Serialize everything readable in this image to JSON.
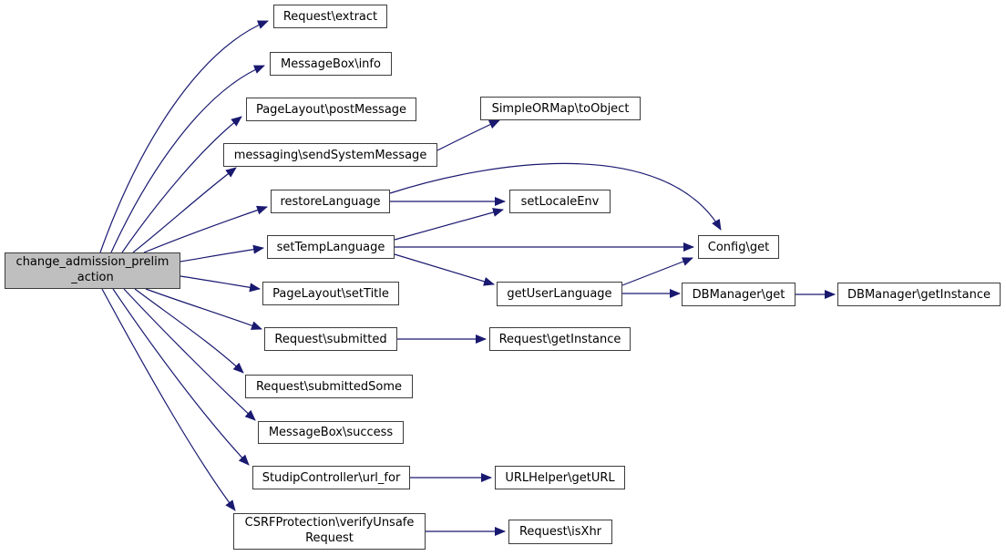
{
  "diagram": {
    "type": "call-graph",
    "colors": {
      "edge": "#191970",
      "node_border": "#3c3c3c",
      "node_fill": "#ffffff",
      "root_fill": "#bfbfbf",
      "text": "#000000",
      "background": "#ffffff"
    },
    "root": {
      "id": "change_admission_prelim_action",
      "lines": [
        "change_admission_prelim",
        "_action"
      ]
    },
    "nodes": {
      "request_extract": {
        "label": "Request\\extract"
      },
      "messagebox_info": {
        "label": "MessageBox\\info"
      },
      "pagelayout_postmessage": {
        "label": "PageLayout\\postMessage"
      },
      "simpleormap_toobject": {
        "label": "SimpleORMap\\toObject"
      },
      "messaging_sendsystemmessage": {
        "label": "messaging\\sendSystemMessage"
      },
      "restorelanguage": {
        "label": "restoreLanguage"
      },
      "setlocaleenv": {
        "label": "setLocaleEnv"
      },
      "settemplanguage": {
        "label": "setTempLanguage"
      },
      "config_get": {
        "label": "Config\\get"
      },
      "pagelayout_settitle": {
        "label": "PageLayout\\setTitle"
      },
      "getuserlanguage": {
        "label": "getUserLanguage"
      },
      "dbmanager_get": {
        "label": "DBManager\\get"
      },
      "dbmanager_getinstance": {
        "label": "DBManager\\getInstance"
      },
      "request_submitted": {
        "label": "Request\\submitted"
      },
      "request_getinstance": {
        "label": "Request\\getInstance"
      },
      "request_submittedsome": {
        "label": "Request\\submittedSome"
      },
      "messagebox_success": {
        "label": "MessageBox\\success"
      },
      "studipcontroller_url_for": {
        "label": "StudipController\\url_for"
      },
      "urlhelper_geturl": {
        "label": "URLHelper\\getURL"
      },
      "csrfprotection_verifyunsaferequest": {
        "lines": [
          "CSRFProtection\\verifyUnsafe",
          "Request"
        ]
      },
      "request_isxhr": {
        "label": "Request\\isXhr"
      }
    },
    "edges": [
      {
        "from": "change_admission_prelim_action",
        "to": "request_extract"
      },
      {
        "from": "change_admission_prelim_action",
        "to": "messagebox_info"
      },
      {
        "from": "change_admission_prelim_action",
        "to": "pagelayout_postmessage"
      },
      {
        "from": "change_admission_prelim_action",
        "to": "messaging_sendsystemmessage"
      },
      {
        "from": "change_admission_prelim_action",
        "to": "restorelanguage"
      },
      {
        "from": "change_admission_prelim_action",
        "to": "settemplanguage"
      },
      {
        "from": "change_admission_prelim_action",
        "to": "pagelayout_settitle"
      },
      {
        "from": "change_admission_prelim_action",
        "to": "request_submitted"
      },
      {
        "from": "change_admission_prelim_action",
        "to": "request_submittedsome"
      },
      {
        "from": "change_admission_prelim_action",
        "to": "messagebox_success"
      },
      {
        "from": "change_admission_prelim_action",
        "to": "studipcontroller_url_for"
      },
      {
        "from": "change_admission_prelim_action",
        "to": "csrfprotection_verifyunsaferequest"
      },
      {
        "from": "messaging_sendsystemmessage",
        "to": "simpleormap_toobject"
      },
      {
        "from": "restorelanguage",
        "to": "setlocaleenv"
      },
      {
        "from": "restorelanguage",
        "to": "config_get"
      },
      {
        "from": "settemplanguage",
        "to": "setlocaleenv"
      },
      {
        "from": "settemplanguage",
        "to": "config_get"
      },
      {
        "from": "settemplanguage",
        "to": "getuserlanguage"
      },
      {
        "from": "getuserlanguage",
        "to": "config_get"
      },
      {
        "from": "getuserlanguage",
        "to": "dbmanager_get"
      },
      {
        "from": "dbmanager_get",
        "to": "dbmanager_getinstance"
      },
      {
        "from": "request_submitted",
        "to": "request_getinstance"
      },
      {
        "from": "studipcontroller_url_for",
        "to": "urlhelper_geturl"
      },
      {
        "from": "csrfprotection_verifyunsaferequest",
        "to": "request_isxhr"
      }
    ]
  }
}
